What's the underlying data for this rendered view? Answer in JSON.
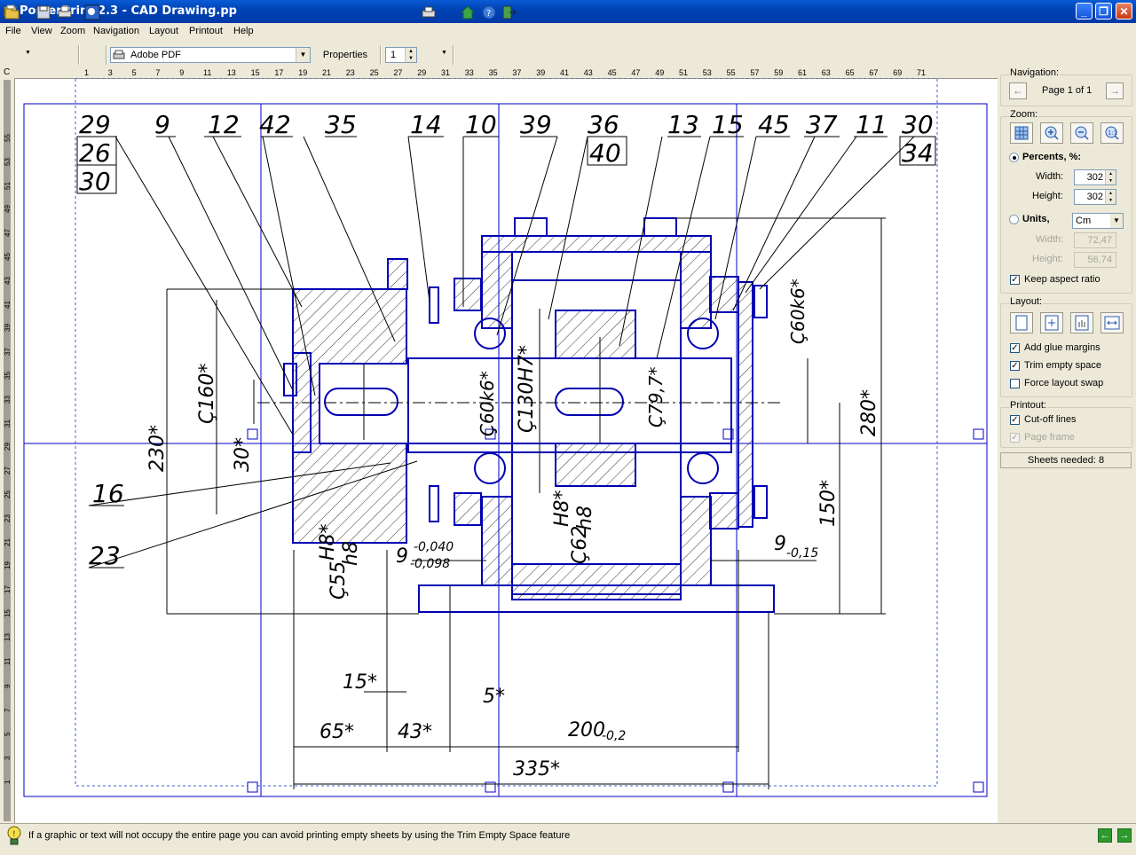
{
  "window": {
    "title": "PosterPrint 2.3 - CAD Drawing.pp",
    "minimize": "_",
    "maximize": "❐",
    "close": "✕"
  },
  "menu": [
    "File",
    "View",
    "Zoom",
    "Navigation",
    "Layout",
    "Printout",
    "Help"
  ],
  "toolbar": {
    "printer": "Adobe PDF",
    "properties_label": "Properties",
    "copies": "1"
  },
  "ruler": {
    "corner": "C",
    "h_ticks": [
      "1",
      "3",
      "5",
      "7",
      "9",
      "11",
      "13",
      "15",
      "17",
      "19",
      "21",
      "23",
      "25",
      "27",
      "29",
      "31",
      "33",
      "35",
      "37",
      "39",
      "41",
      "43",
      "45",
      "47",
      "49",
      "51",
      "53",
      "55",
      "57",
      "59",
      "61",
      "63",
      "65",
      "67",
      "69",
      "71"
    ],
    "v_ticks": [
      "55",
      "53",
      "51",
      "49",
      "47",
      "45",
      "43",
      "41",
      "39",
      "37",
      "35",
      "33",
      "31",
      "29",
      "27",
      "25",
      "23",
      "21",
      "19",
      "17",
      "15",
      "13",
      "11",
      "9",
      "7",
      "5",
      "3",
      "1"
    ]
  },
  "drawing": {
    "part_numbers_top": [
      "29",
      "9",
      "12",
      "42",
      "35",
      "14",
      "10",
      "39",
      "36",
      "13",
      "15",
      "45",
      "37",
      "11",
      "30"
    ],
    "part_numbers_boxed_left": [
      "26",
      "30"
    ],
    "part_number_boxed_right": "34",
    "part_number_boxed_mid": "40",
    "part_numbers_left": [
      "16",
      "23"
    ],
    "dim_labels": {
      "d230": "230*",
      "d160": "Ç160*",
      "d30": "30*",
      "d60k6_a": "Ç60k6*",
      "d130H7": "Ç130H7*",
      "d79": "Ç79,7*",
      "d60k6_b": "Ç60k6*",
      "d280": "280*",
      "d150": "150*",
      "d55": "Ç55",
      "h8_a": "H8*",
      "h8b_a": "h8",
      "d62": "Ç62",
      "h8_b": "H8*",
      "h8b_b": "h8",
      "nine_left": "9",
      "tol_up": "-0,040",
      "tol_down": "-0,098",
      "nine_right": "9",
      "tol_right": "-0,15",
      "d15": "15*",
      "d5": "5*",
      "d65": "65*",
      "d43": "43*",
      "d200": "200",
      "tol200": "-0,2",
      "d335": "335*"
    }
  },
  "panel": {
    "navigation_title": "Navigation:",
    "page_label": "Page 1 of 1",
    "zoom_title": "Zoom:",
    "percents_label": "Percents, %:",
    "width_label": "Width:",
    "width_value": "302",
    "height_label": "Height:",
    "height_value": "302",
    "units_label": "Units,",
    "units_value": "Cm",
    "units_width_label": "Width:",
    "units_width_value": "72,47",
    "units_height_label": "Height:",
    "units_height_value": "56,74",
    "keep_aspect": "Keep aspect ratio",
    "layout_title": "Layout:",
    "add_glue": "Add glue margins",
    "trim_empty": "Trim empty space",
    "force_swap": "Force layout swap",
    "printout_title": "Printout:",
    "cutoff": "Cut-off lines",
    "page_frame": "Page frame",
    "sheets_needed": "Sheets needed: 8",
    "percents_selected": true,
    "keep_aspect_checked": true,
    "add_glue_checked": true,
    "trim_empty_checked": true,
    "force_swap_checked": false,
    "cutoff_checked": true,
    "page_frame_checked": true
  },
  "status": {
    "tip": "If a graphic or text will not occupy the entire page you can avoid printing empty sheets by using the Trim Empty Space feature"
  },
  "colors": {
    "title_bar": "#0043b5",
    "page_lines": "#0000c8",
    "drawing_lines": "#0000b4",
    "ink": "#000000",
    "panel_bg": "#ece9d8"
  }
}
